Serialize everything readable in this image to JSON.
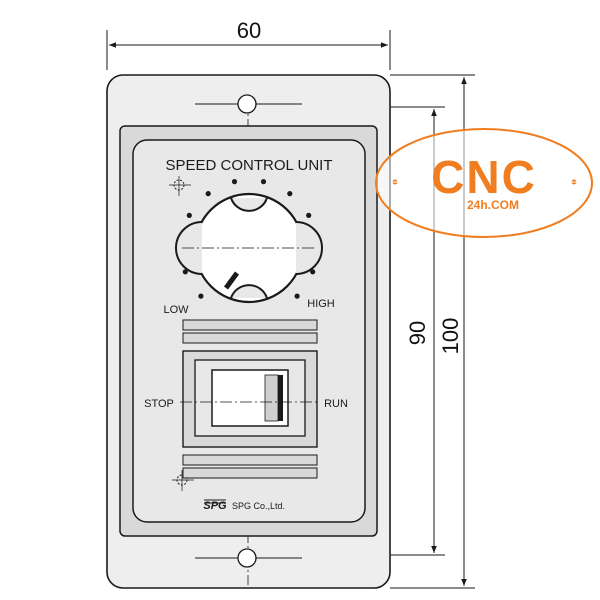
{
  "dimensions": {
    "width_label": "60",
    "height_inner_label": "90",
    "height_outer_label": "100"
  },
  "panel": {
    "title": "SPEED CONTROL UNIT",
    "knob": {
      "low_label": "LOW",
      "high_label": "HIGH"
    },
    "switch": {
      "stop_label": "STOP",
      "run_label": "RUN"
    },
    "maker": {
      "logo_text": "SPG",
      "name": "SPG Co.,Ltd."
    }
  },
  "watermark": {
    "main": "CNC",
    "sub": "24h.COM",
    "color": "#f07d1f"
  },
  "colors": {
    "line": "#1a1a1a",
    "plate": "#eeeeee",
    "bezel": "#d9d9d9",
    "face": "#e8e8e8"
  }
}
